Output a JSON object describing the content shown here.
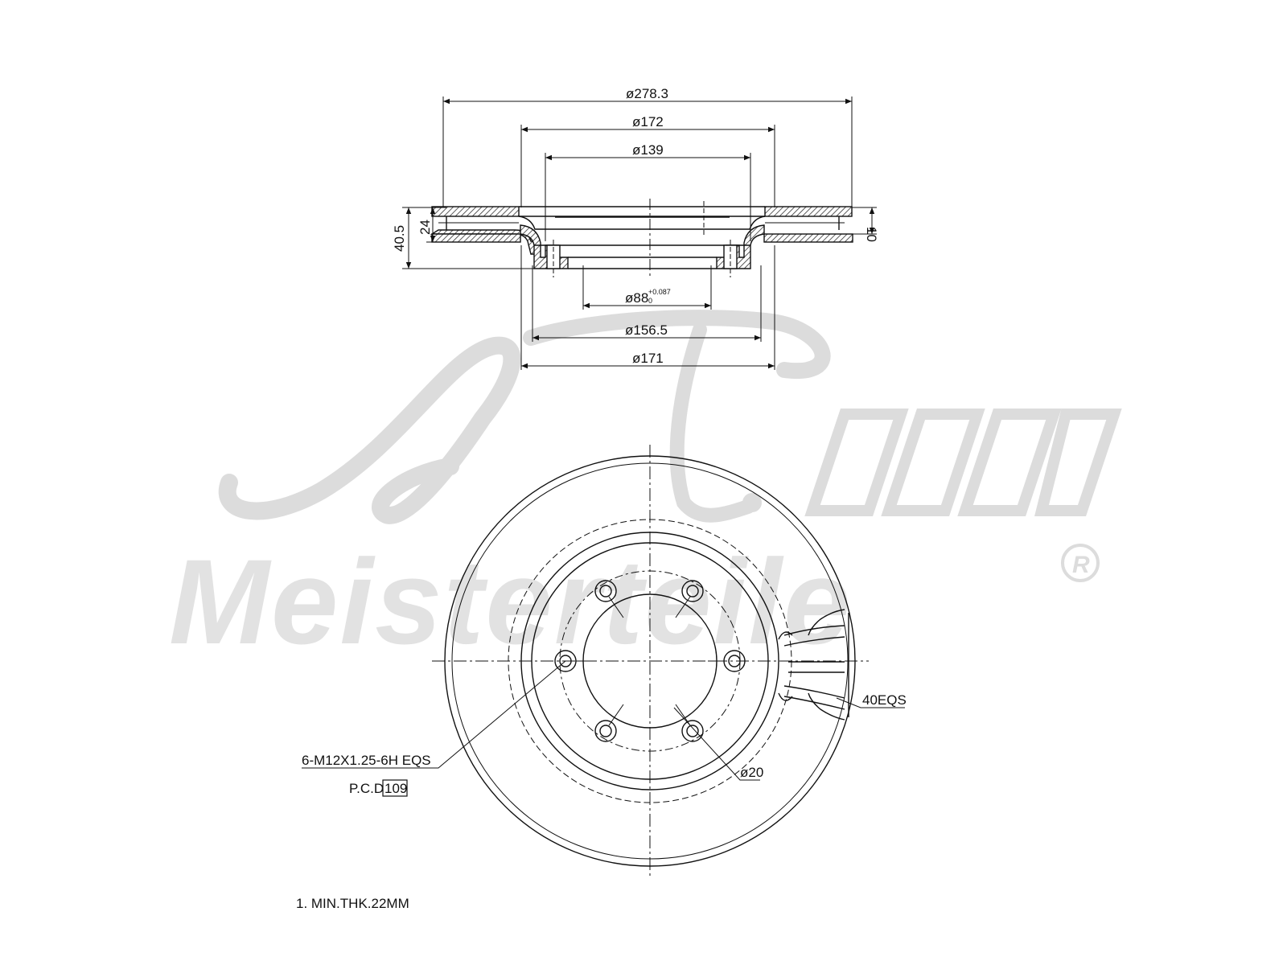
{
  "watermark": {
    "script": "A.L.",
    "brand": "Meisterteile",
    "registered": "R",
    "color": "#d9d9d9"
  },
  "side_view": {
    "dimensions": {
      "outer_diameter": "ø278.3",
      "d172": "ø172",
      "d139": "ø139",
      "bore": "ø88",
      "bore_tol_upper": "+0.087",
      "bore_tol_lower": "0",
      "d156_5": "ø156.5",
      "d171": "ø171",
      "overall_height": "40.5",
      "rotor_thickness": "24",
      "offset": "10"
    }
  },
  "front_view": {
    "vanes_label": "40EQS",
    "thread_label": "6-M12X1.25-6H EQS",
    "pcd_label": "P.C.D",
    "pcd_value": "109",
    "hole_diameter": "ø20"
  },
  "notes": {
    "min_thickness": "1. MIN.THK.22MM"
  },
  "colors": {
    "line": "#111111",
    "hatch": "#333333"
  }
}
